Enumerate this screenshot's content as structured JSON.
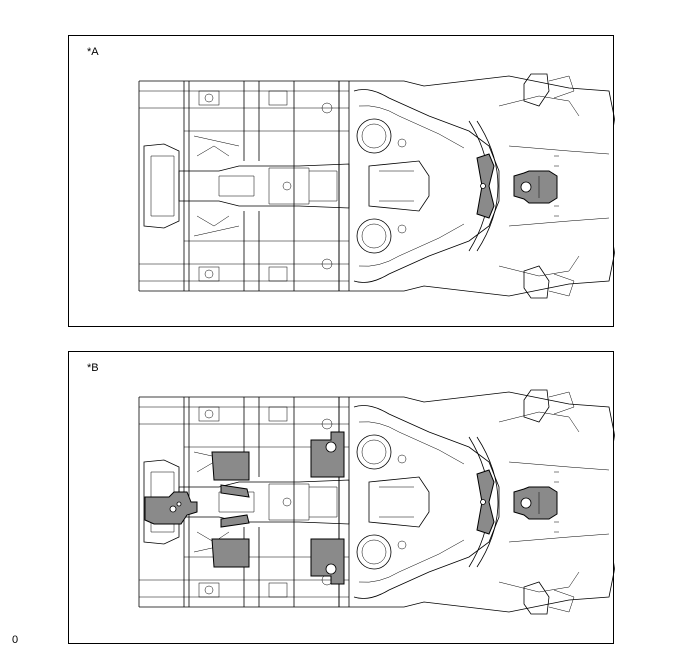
{
  "panels": [
    {
      "label": "*A"
    },
    {
      "label": "*B"
    }
  ],
  "corner_code": "0",
  "colors": {
    "highlight": "#8a8a8a",
    "line": "#000000",
    "background": "#ffffff"
  }
}
